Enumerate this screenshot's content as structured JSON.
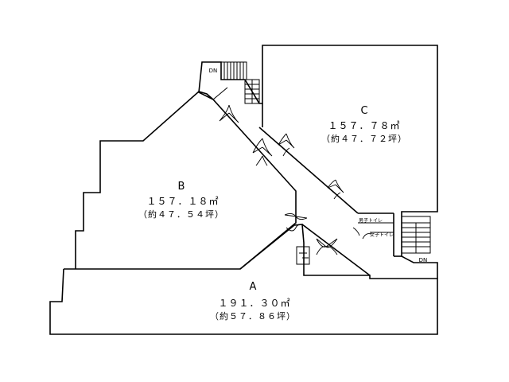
{
  "rooms": {
    "a": {
      "letter": "A",
      "area": "１９１．３０㎡",
      "tsubo": "（約５７．８６坪）"
    },
    "b": {
      "letter": "B",
      "area": "１５７．１８㎡",
      "tsubo": "（約４７．５４坪）"
    },
    "c": {
      "letter": "C",
      "area": "１５７．７８㎡",
      "tsubo": "（約４７．７２坪）"
    }
  },
  "stairs": {
    "top": {
      "label": "DN"
    },
    "right": {
      "label": "DN"
    }
  },
  "toilets": {
    "upper": "男子トイレ",
    "lower": "女子トイレ"
  }
}
